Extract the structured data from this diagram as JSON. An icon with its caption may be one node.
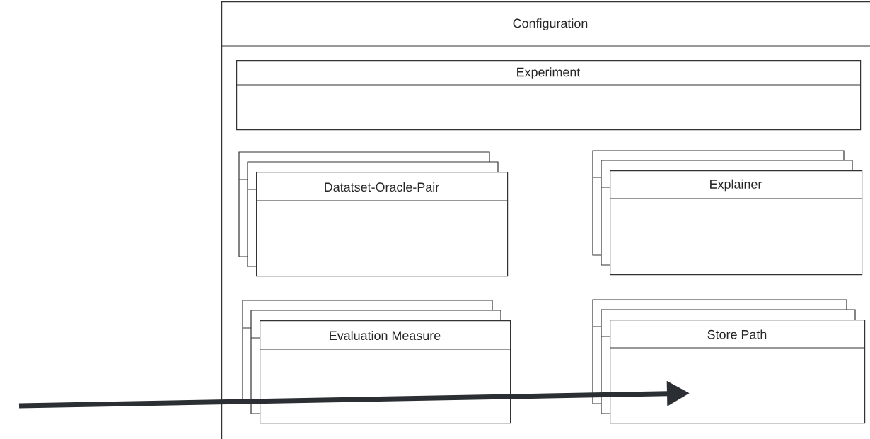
{
  "diagram": {
    "nodes": [
      {
        "text": [
          "Configuration"
        ]
      },
      {
        "text": [
          "Experiment"
        ],
        "in": 0
      },
      {
        "text": [
          "Datatset-Oracle-Pair"
        ],
        "in": 0
      },
      {
        "text": [
          "Explainer"
        ],
        "in": 0
      },
      {
        "text": [
          "Evaluation Measure"
        ],
        "in": 0
      },
      {
        "text": [
          "Store Path"
        ],
        "in": 0
      }
    ],
    "edges": [
      {
        "from": null,
        "to": 5,
        "arrow": "to"
      }
    ]
  }
}
